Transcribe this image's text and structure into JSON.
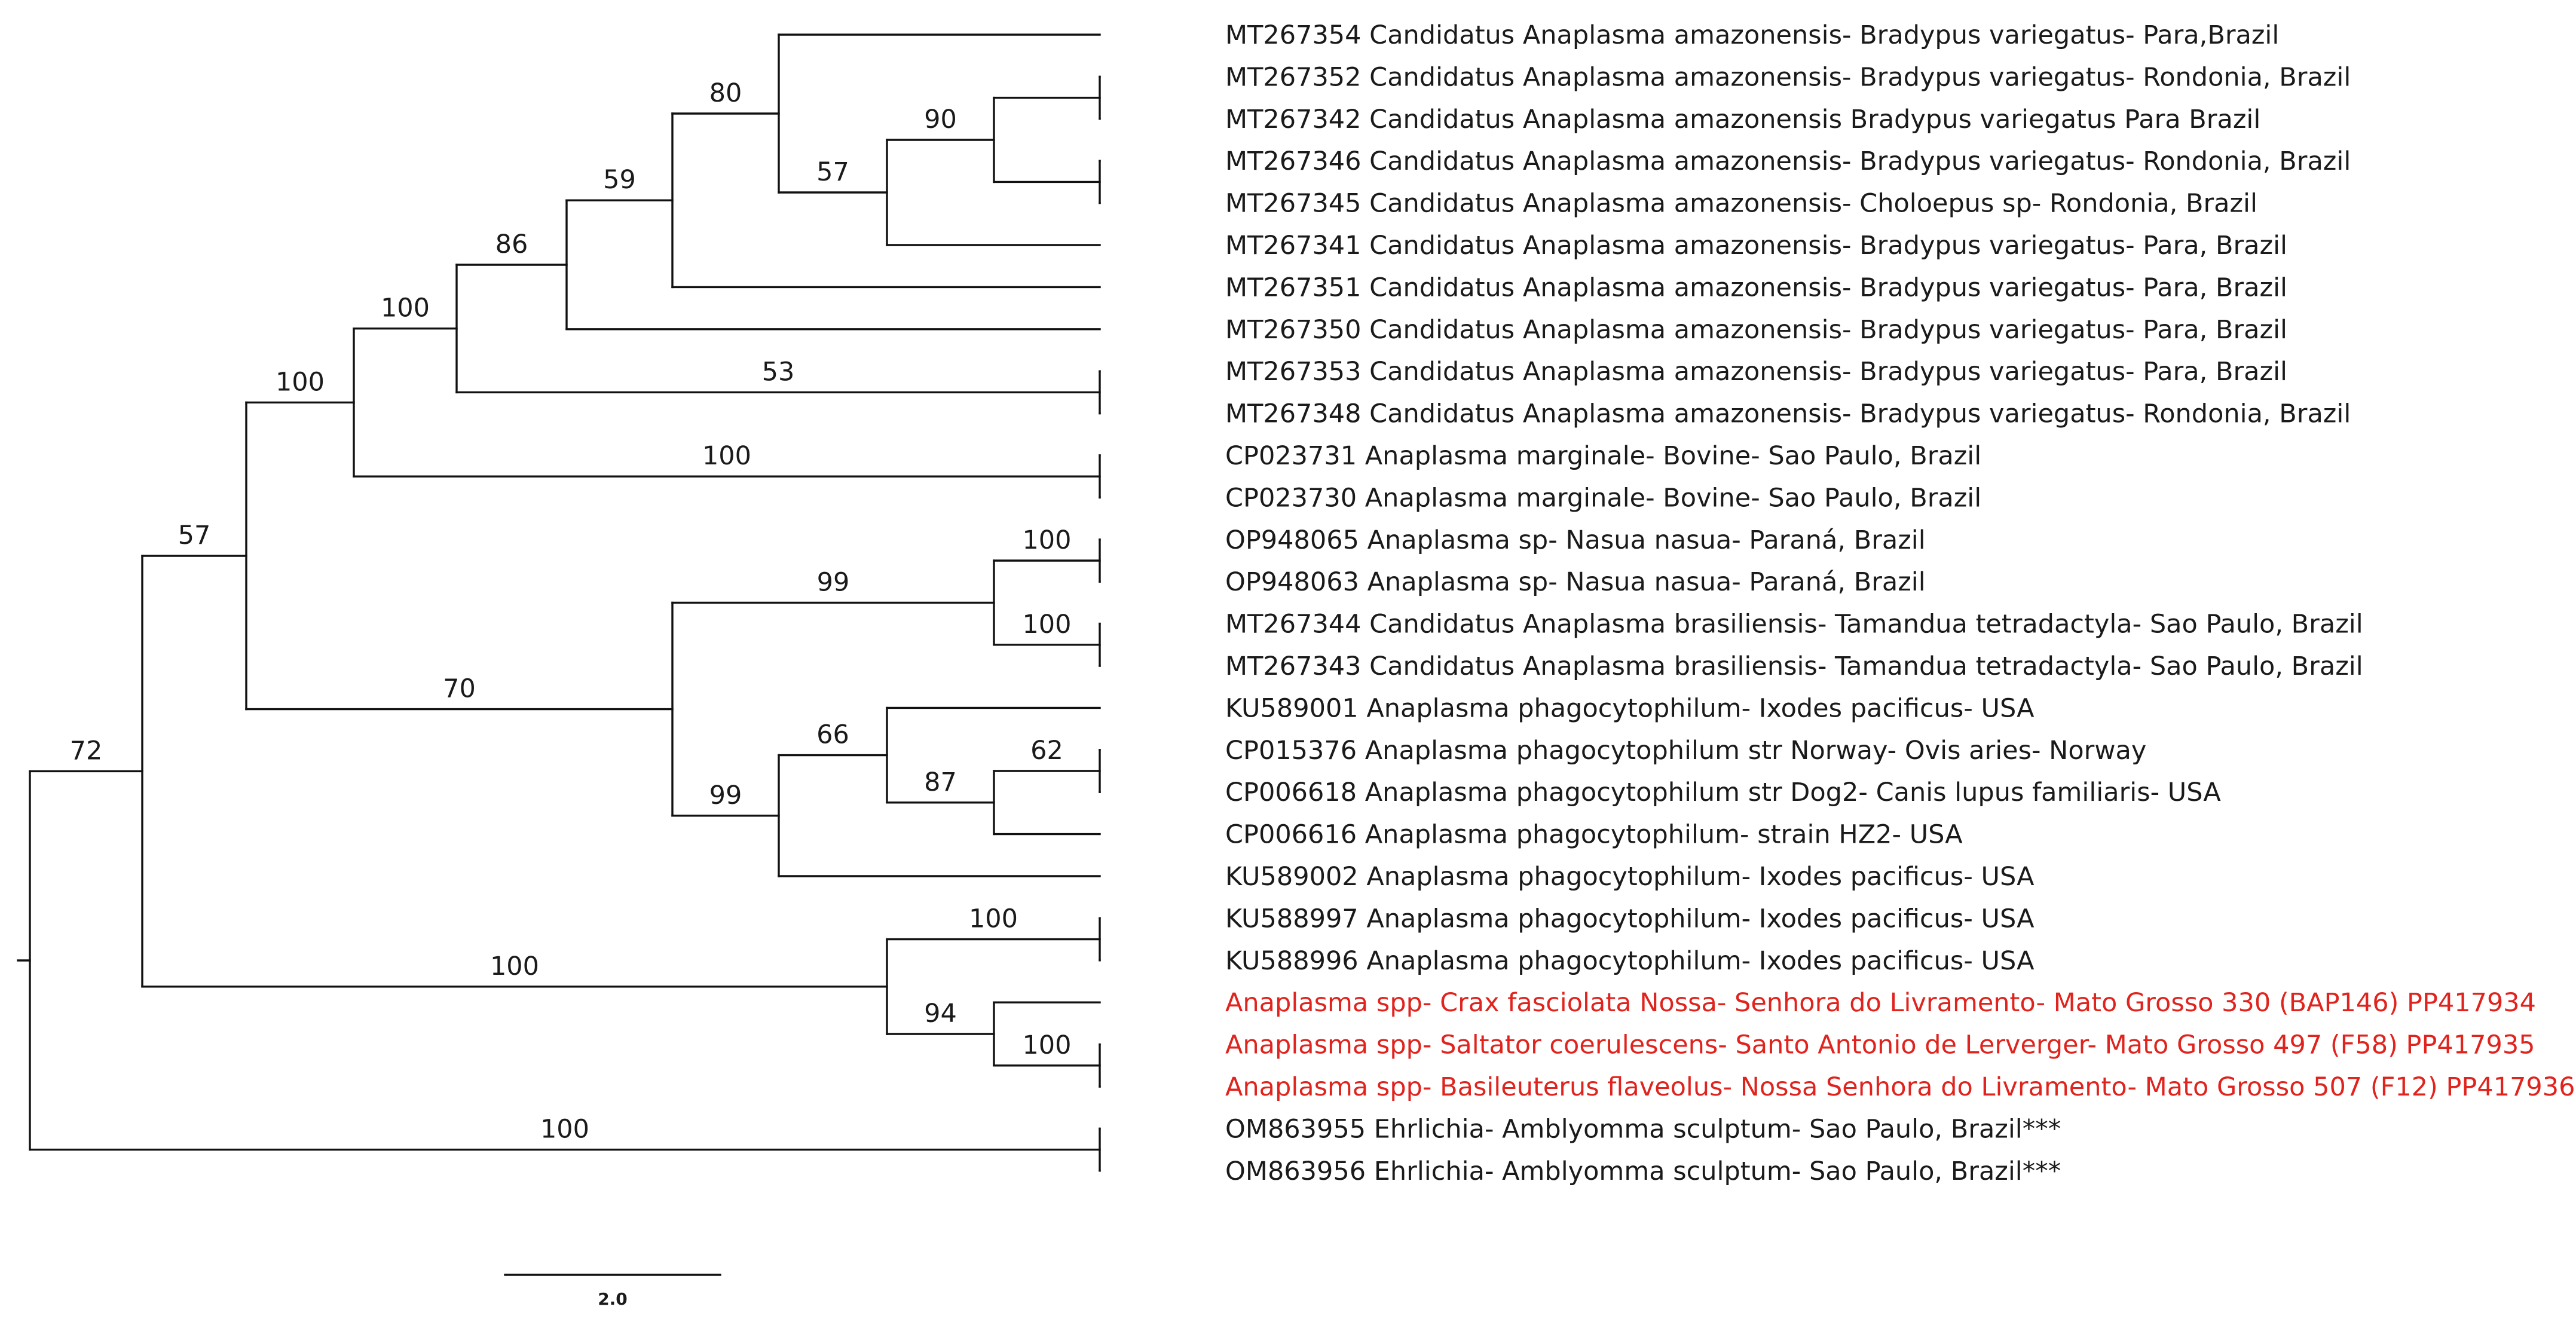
{
  "colors": {
    "branch": "#111111",
    "text": "#1a1a1a",
    "highlight": "#e0231d"
  },
  "tree": {
    "name": "root",
    "x": 0,
    "children": [
      {
        "name": "n72",
        "x": 1,
        "support": "72",
        "children": [
          {
            "name": "n57",
            "x": 2,
            "support": "57",
            "children": [
              {
                "name": "n100a",
                "x": 3,
                "support": "100",
                "children": [
                  {
                    "name": "n100b",
                    "x": 4,
                    "support": "100",
                    "children": [
                      {
                        "name": "n86",
                        "x": 5,
                        "support": "86",
                        "children": [
                          {
                            "name": "n59",
                            "x": 6,
                            "support": "59",
                            "children": [
                              {
                                "name": "n80",
                                "x": 7,
                                "support": "80",
                                "children": [
                                  {
                                    "label": "MT267354 Candidatus Anaplasma amazonensis- Bradypus variegatus- Para,Brazil"
                                  },
                                  {
                                    "name": "n57b",
                                    "x": 8,
                                    "support": "57",
                                    "children": [
                                      {
                                        "name": "n90",
                                        "x": 9,
                                        "support": "90",
                                        "children": [
                                          {
                                            "x": 10,
                                            "children": [
                                              {
                                                "label": "MT267352 Candidatus Anaplasma amazonensis- Bradypus variegatus- Rondonia, Brazil"
                                              },
                                              {
                                                "label": "MT267342 Candidatus Anaplasma amazonensis Bradypus variegatus Para Brazil"
                                              }
                                            ]
                                          },
                                          {
                                            "x": 10,
                                            "children": [
                                              {
                                                "label": "MT267346 Candidatus Anaplasma amazonensis- Bradypus variegatus- Rondonia, Brazil"
                                              },
                                              {
                                                "label": "MT267345 Candidatus Anaplasma amazonensis- Choloepus sp- Rondonia, Brazil"
                                              }
                                            ]
                                          }
                                        ]
                                      },
                                      {
                                        "label": "MT267341 Candidatus Anaplasma amazonensis- Bradypus variegatus- Para, Brazil"
                                      }
                                    ]
                                  }
                                ]
                              },
                              {
                                "label": "MT267351 Candidatus Anaplasma amazonensis- Bradypus variegatus- Para, Brazil"
                              }
                            ]
                          },
                          {
                            "label": "MT267350 Candidatus Anaplasma amazonensis- Bradypus variegatus- Para, Brazil"
                          }
                        ]
                      },
                      {
                        "name": "n53",
                        "x": 10,
                        "support": "53",
                        "children": [
                          {
                            "label": "MT267353 Candidatus Anaplasma amazonensis- Bradypus variegatus- Para, Brazil"
                          },
                          {
                            "label": "MT267348 Candidatus Anaplasma amazonensis- Bradypus variegatus- Rondonia, Brazil"
                          }
                        ]
                      }
                    ]
                  },
                  {
                    "name": "n100c",
                    "x": 10,
                    "support": "100",
                    "children": [
                      {
                        "label": "CP023731 Anaplasma marginale- Bovine- Sao Paulo, Brazil"
                      },
                      {
                        "label": "CP023730 Anaplasma marginale- Bovine- Sao Paulo, Brazil"
                      }
                    ]
                  }
                ]
              },
              {
                "name": "n70",
                "x": 6,
                "support": "70",
                "children": [
                  {
                    "name": "n99a",
                    "x": 9,
                    "support": "99",
                    "children": [
                      {
                        "x": 10,
                        "support": "100",
                        "children": [
                          {
                            "label": "OP948065 Anaplasma sp- Nasua nasua- Paraná, Brazil"
                          },
                          {
                            "label": "OP948063 Anaplasma sp- Nasua nasua- Paraná, Brazil"
                          }
                        ]
                      },
                      {
                        "x": 10,
                        "support": "100",
                        "children": [
                          {
                            "label": "MT267344 Candidatus Anaplasma brasiliensis- Tamandua tetradactyla- Sao Paulo, Brazil"
                          },
                          {
                            "label": "MT267343 Candidatus Anaplasma brasiliensis- Tamandua tetradactyla- Sao Paulo, Brazil"
                          }
                        ]
                      }
                    ]
                  },
                  {
                    "name": "n99b",
                    "x": 7,
                    "support": "99",
                    "children": [
                      {
                        "name": "n66",
                        "x": 8,
                        "support": "66",
                        "children": [
                          {
                            "label": "KU589001 Anaplasma phagocytophilum- Ixodes pacificus- USA"
                          },
                          {
                            "name": "n87",
                            "x": 9,
                            "support": "87",
                            "children": [
                              {
                                "x": 10,
                                "support": "62",
                                "children": [
                                  {
                                    "label": "CP015376 Anaplasma phagocytophilum str Norway- Ovis aries- Norway"
                                  },
                                  {
                                    "label": "CP006618 Anaplasma phagocytophilum str Dog2- Canis lupus familiaris- USA"
                                  }
                                ]
                              },
                              {
                                "label": "CP006616 Anaplasma phagocytophilum- strain HZ2- USA"
                              }
                            ]
                          }
                        ]
                      },
                      {
                        "label": "KU589002 Anaplasma phagocytophilum- Ixodes pacificus- USA"
                      }
                    ]
                  }
                ]
              }
            ]
          },
          {
            "name": "n100d",
            "x": 8,
            "support": "100",
            "children": [
              {
                "x": 10,
                "support": "100",
                "children": [
                  {
                    "label": "KU588997 Anaplasma phagocytophilum- Ixodes pacificus- USA"
                  },
                  {
                    "label": "KU588996 Anaplasma phagocytophilum- Ixodes pacificus- USA"
                  }
                ]
              },
              {
                "name": "n94",
                "x": 9,
                "support": "94",
                "children": [
                  {
                    "label": "Anaplasma spp-  Crax fasciolata Nossa- Senhora do Livramento- Mato Grosso 330 (BAP146) PP417934",
                    "highlight": true
                  },
                  {
                    "x": 10,
                    "support": "100",
                    "children": [
                      {
                        "label": "Anaplasma spp- Saltator coerulescens- Santo Antonio de Lerverger- Mato Grosso 497 (F58) PP417935",
                        "highlight": true
                      },
                      {
                        "label": "Anaplasma spp- Basileuterus flaveolus- Nossa Senhora do Livramento- Mato Grosso 507 (F12) PP417936",
                        "highlight": true
                      }
                    ]
                  }
                ]
              }
            ]
          }
        ]
      },
      {
        "name": "n100e",
        "x": 10,
        "support": "100",
        "children": [
          {
            "label": "OM863955  Ehrlichia- Amblyomma sculptum- Sao Paulo, Brazil***"
          },
          {
            "label": "OM863956  Ehrlichia- Amblyomma sculptum- Sao Paulo, Brazil***"
          }
        ]
      }
    ]
  },
  "scale_bar": {
    "label": "2.0"
  }
}
